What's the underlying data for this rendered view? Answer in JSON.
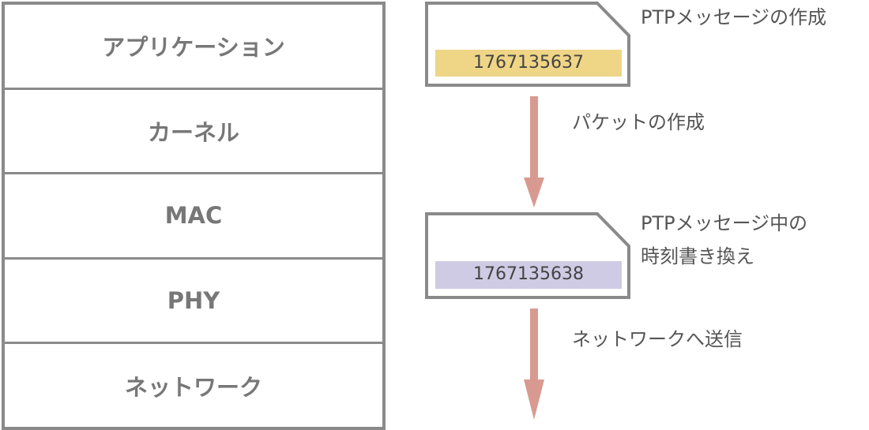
{
  "stack": {
    "layers": [
      "アプリケーション",
      "カーネル",
      "MAC",
      "PHY",
      "ネットワーク"
    ]
  },
  "flow": {
    "message1": {
      "value": "1767135637",
      "label": "PTPメッセージの作成",
      "color": "#efd586"
    },
    "arrow1_label": "パケットの作成",
    "message2": {
      "value": "1767135638",
      "label_line1": "PTPメッセージ中の",
      "label_line2": "時刻書き換え",
      "color": "#d0cbe4"
    },
    "arrow2_label": "ネットワークへ送信",
    "arrow_color": "#d89a90"
  }
}
